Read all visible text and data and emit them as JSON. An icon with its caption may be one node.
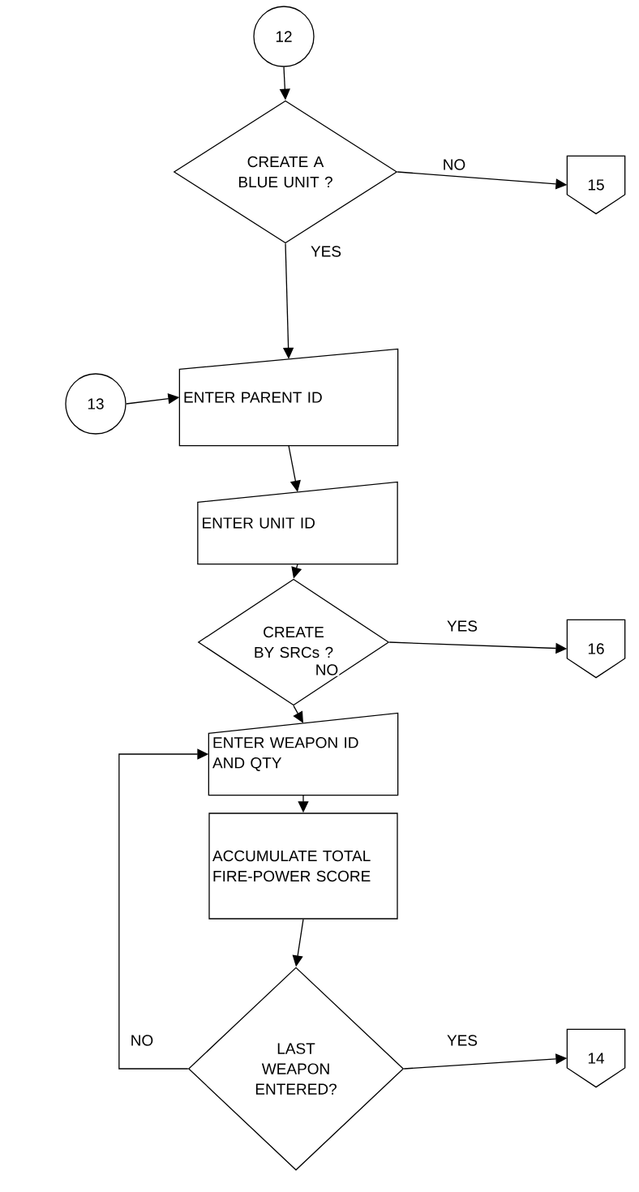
{
  "diagram": {
    "nodes": [
      {
        "text": [
          "12"
        ]
      },
      {
        "text": [
          "CREATE A BLUE UNIT ?"
        ]
      },
      {
        "text": [
          "15"
        ]
      },
      {
        "text": [
          "13"
        ]
      },
      {
        "text": [
          "ENTER PARENT ID"
        ]
      },
      {
        "text": [
          "ENTER UNIT ID"
        ]
      },
      {
        "text": [
          "CREATE BY SRCs ?"
        ]
      },
      {
        "text": [
          "16"
        ]
      },
      {
        "text": [
          "ENTER WEAPON ID AND QTY"
        ]
      },
      {
        "text": [
          "ACCUMULATE TOTAL FIRE-POWER SCORE"
        ]
      },
      {
        "text": [
          "LAST WEAPON ENTERED?"
        ]
      },
      {
        "text": [
          "14"
        ]
      }
    ],
    "edges": [
      {
        "from": 0,
        "to": 1,
        "arrow": "to"
      },
      {
        "from": 1,
        "to": 2,
        "arrow": "to",
        "label": "NO"
      },
      {
        "from": 1,
        "to": 4,
        "arrow": "to",
        "label": "YES"
      },
      {
        "from": 3,
        "to": 4,
        "arrow": "to"
      },
      {
        "from": 4,
        "to": 5,
        "arrow": "to"
      },
      {
        "from": 5,
        "to": 6,
        "arrow": "to"
      },
      {
        "from": 6,
        "to": 7,
        "arrow": "to",
        "label": "YES"
      },
      {
        "from": 6,
        "to": 8,
        "arrow": "to",
        "label": "NO"
      },
      {
        "from": 8,
        "to": 9,
        "arrow": "to"
      },
      {
        "from": 9,
        "to": 10,
        "arrow": "to"
      },
      {
        "from": 10,
        "to": 8,
        "arrow": "to",
        "label": "NO"
      },
      {
        "from": 10,
        "to": 11,
        "arrow": "to",
        "label": "YES"
      }
    ]
  }
}
